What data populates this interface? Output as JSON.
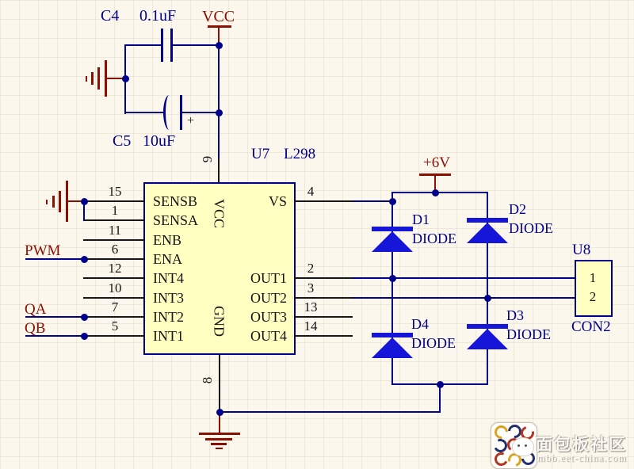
{
  "colors": {
    "background": "#fbf7ec",
    "wire": "#00008b",
    "pin_stub": "#161616",
    "power_and_ground": "#8b1004",
    "component_blue": "#1616d8",
    "ic_fill": "#ffffc2",
    "designator_text": "#00008b",
    "pin_text": "#161616"
  },
  "top_section": {
    "c4_ref": "C4",
    "c4_value": "0.1uF",
    "vcc_label": "VCC",
    "c5_ref": "C5",
    "c5_value": "10uF",
    "c5_polarity": "+"
  },
  "ic": {
    "ref": "U7",
    "part": "L298",
    "vcc_pin_num": "9",
    "vcc_pin_name": "VCC",
    "gnd_pin_num": "8",
    "gnd_pin_name": "GND",
    "left_pins": [
      {
        "num": "15",
        "name": "SENSB"
      },
      {
        "num": "1",
        "name": "SENSA"
      },
      {
        "num": "11",
        "name": "ENB"
      },
      {
        "num": "6",
        "name": "ENA"
      },
      {
        "num": "12",
        "name": "INT4"
      },
      {
        "num": "10",
        "name": "INT3"
      },
      {
        "num": "7",
        "name": "INT2"
      },
      {
        "num": "5",
        "name": "INT1"
      }
    ],
    "right_pins": [
      {
        "num": "4",
        "name": "VS"
      },
      {
        "num": "2",
        "name": "OUT1"
      },
      {
        "num": "3",
        "name": "OUT2"
      },
      {
        "num": "13",
        "name": "OUT3"
      },
      {
        "num": "14",
        "name": "OUT4"
      }
    ]
  },
  "nets": {
    "pwm": "PWM",
    "qa": "QA",
    "qb": "QB",
    "v6": "+6V"
  },
  "diodes": [
    {
      "ref": "D1",
      "part": "DIODE"
    },
    {
      "ref": "D2",
      "part": "DIODE"
    },
    {
      "ref": "D3",
      "part": "DIODE"
    },
    {
      "ref": "D4",
      "part": "DIODE"
    }
  ],
  "connector": {
    "ref": "U8",
    "part": "CON2",
    "pin1": "1",
    "pin2": "2"
  },
  "watermark": {
    "name": "面包板社区",
    "url": "mbb.eet-china.com"
  }
}
